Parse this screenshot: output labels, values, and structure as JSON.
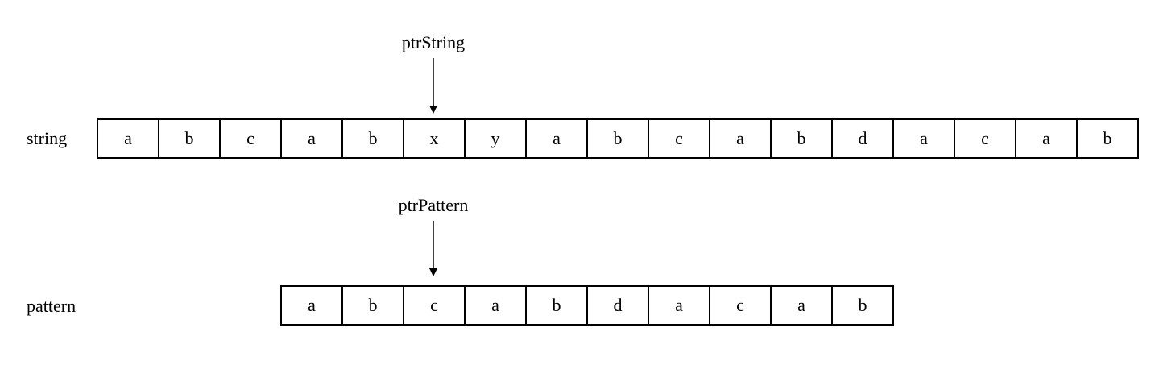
{
  "string_row": {
    "label": "string",
    "chars": [
      "a",
      "b",
      "c",
      "a",
      "b",
      "x",
      "y",
      "a",
      "b",
      "c",
      "a",
      "b",
      "d",
      "a",
      "c",
      "a",
      "b"
    ]
  },
  "pattern_row": {
    "label": "pattern",
    "chars": [
      "a",
      "b",
      "c",
      "a",
      "b",
      "d",
      "a",
      "c",
      "a",
      "b"
    ]
  },
  "pointers": {
    "string_pointer": {
      "label": "ptrString",
      "index": 5
    },
    "pattern_pointer": {
      "label": "ptrPattern",
      "index": 2
    }
  }
}
